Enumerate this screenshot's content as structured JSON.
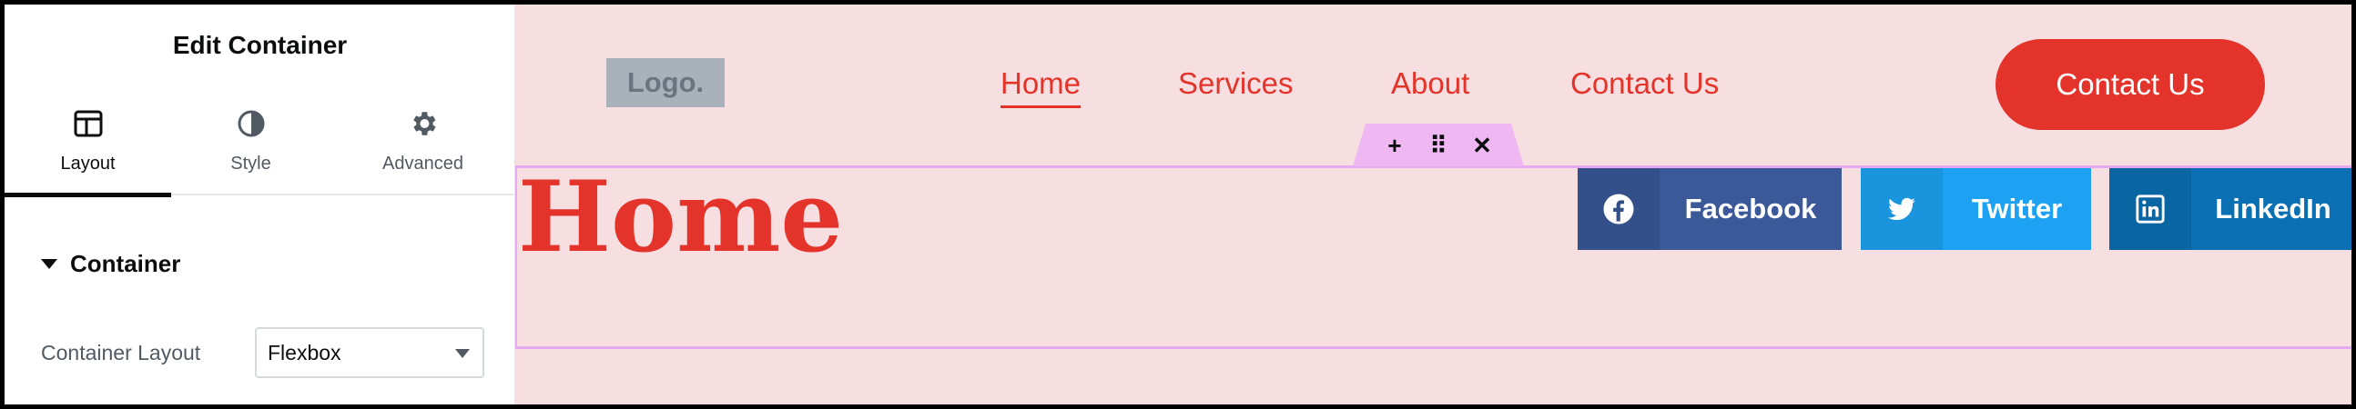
{
  "panel": {
    "title": "Edit Container",
    "tabs": [
      {
        "label": "Layout",
        "icon": "layout-icon",
        "active": true
      },
      {
        "label": "Style",
        "icon": "contrast-icon",
        "active": false
      },
      {
        "label": "Advanced",
        "icon": "gear-icon",
        "active": false
      }
    ],
    "section": {
      "label": "Container",
      "expanded": true
    },
    "controls": {
      "container_layout": {
        "label": "Container Layout",
        "value": "Flexbox"
      }
    }
  },
  "canvas": {
    "logo": "Logo.",
    "nav": [
      "Home",
      "Services",
      "About",
      "Contact Us"
    ],
    "active_nav": "Home",
    "cta": "Contact Us",
    "container_handle": {
      "add": "+",
      "move": "⠿",
      "close": "✕"
    },
    "heading": "Home",
    "share_buttons": [
      {
        "network": "Facebook",
        "icon": "facebook-icon",
        "color": "#3b5998"
      },
      {
        "network": "Twitter",
        "icon": "twitter-icon",
        "color": "#1da1f2"
      },
      {
        "network": "LinkedIn",
        "icon": "linkedin-icon",
        "color": "#0a6fb3"
      }
    ],
    "colors": {
      "accent": "#e3332a",
      "background": "#f7dee1",
      "container_outline": "#e4a9f0",
      "logo_box": "#a9b2bb"
    }
  }
}
